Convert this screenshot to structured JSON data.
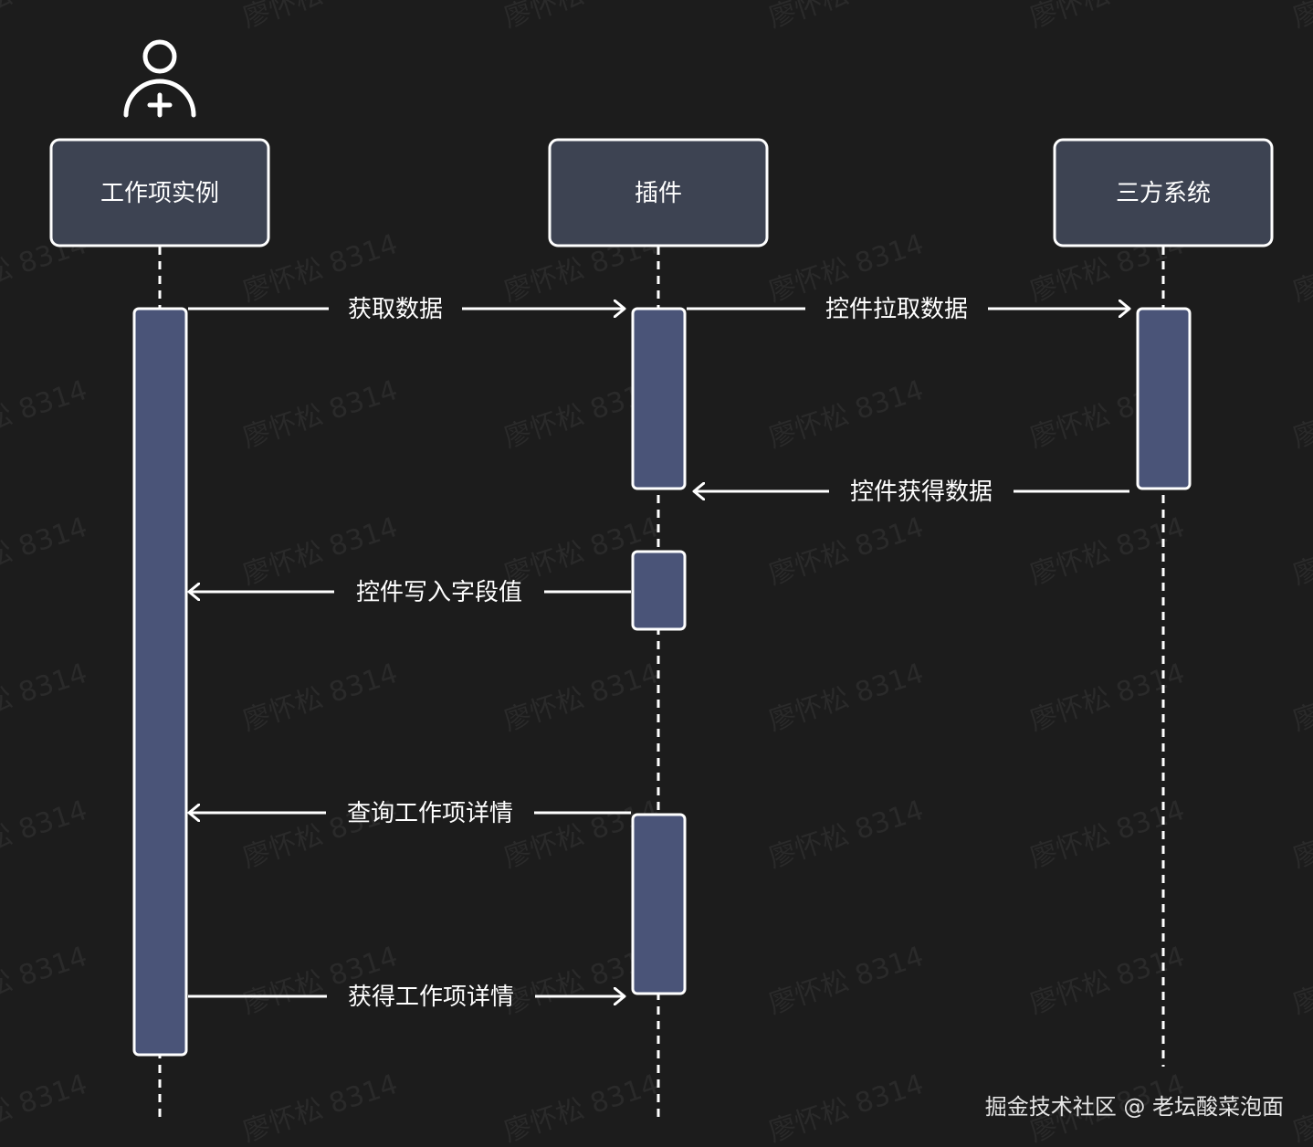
{
  "participants": [
    {
      "id": "instance",
      "label": "工作项实例",
      "icon": "user-add-icon"
    },
    {
      "id": "plugin",
      "label": "插件"
    },
    {
      "id": "third",
      "label": "三方系统"
    }
  ],
  "messages": [
    {
      "from": "instance",
      "to": "plugin",
      "label": "获取数据"
    },
    {
      "from": "plugin",
      "to": "third",
      "label": "控件拉取数据"
    },
    {
      "from": "third",
      "to": "plugin",
      "label": "控件获得数据"
    },
    {
      "from": "plugin",
      "to": "instance",
      "label": "控件写入字段值"
    },
    {
      "from": "plugin",
      "to": "instance",
      "label": "查询工作项详情"
    },
    {
      "from": "instance",
      "to": "plugin",
      "label": "获得工作项详情"
    }
  ],
  "watermark": "廖怀松 8314",
  "credit": "掘金技术社区 @ 老坛酸菜泡面",
  "colors": {
    "background": "#1c1c1c",
    "participant_fill": "#3d4352",
    "activation_fill": "#4a5478",
    "stroke": "#ffffff",
    "watermark": "#2a2a2a"
  }
}
